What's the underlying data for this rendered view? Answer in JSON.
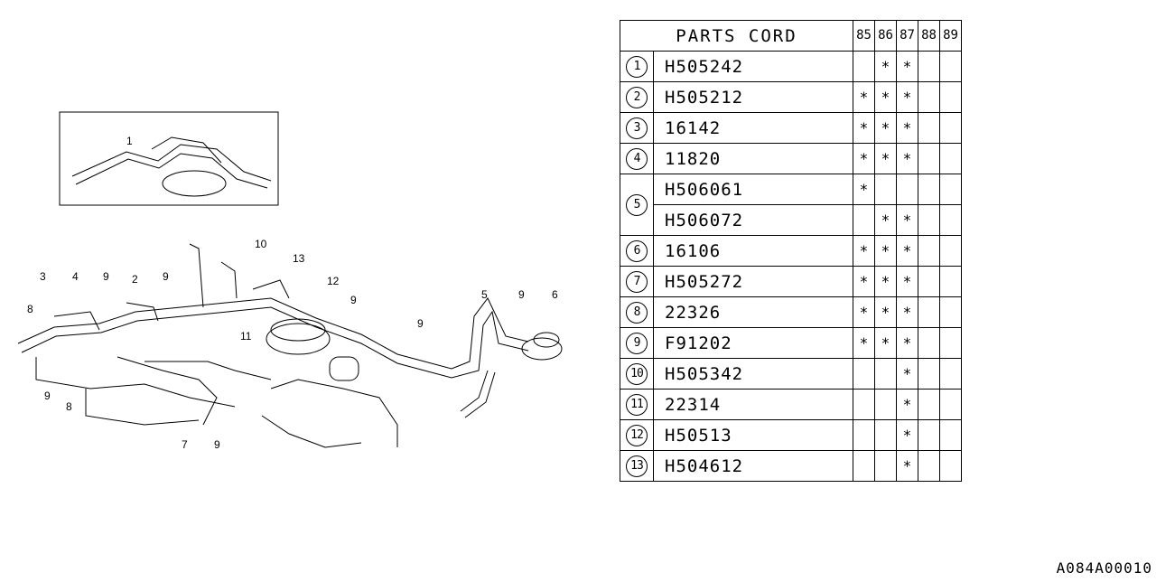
{
  "table": {
    "header": "PARTS CORD",
    "years": [
      "85",
      "86",
      "87",
      "88",
      "89"
    ],
    "rows": [
      {
        "ref": "1",
        "code": "H505242",
        "marks": [
          "",
          "*",
          "*",
          "",
          ""
        ]
      },
      {
        "ref": "2",
        "code": "H505212",
        "marks": [
          "*",
          "*",
          "*",
          "",
          ""
        ]
      },
      {
        "ref": "3",
        "code": "16142",
        "marks": [
          "*",
          "*",
          "*",
          "",
          ""
        ]
      },
      {
        "ref": "4",
        "code": "11820",
        "marks": [
          "*",
          "*",
          "*",
          "",
          ""
        ]
      },
      {
        "ref": "5",
        "code": "H506061",
        "marks": [
          "*",
          "",
          "",
          "",
          ""
        ]
      },
      {
        "ref": "5",
        "code": "H506072",
        "marks": [
          "",
          "*",
          "*",
          "",
          ""
        ]
      },
      {
        "ref": "6",
        "code": "16106",
        "marks": [
          "*",
          "*",
          "*",
          "",
          ""
        ]
      },
      {
        "ref": "7",
        "code": "H505272",
        "marks": [
          "*",
          "*",
          "*",
          "",
          ""
        ]
      },
      {
        "ref": "8",
        "code": "22326",
        "marks": [
          "*",
          "*",
          "*",
          "",
          ""
        ]
      },
      {
        "ref": "9",
        "code": "F91202",
        "marks": [
          "*",
          "*",
          "*",
          "",
          ""
        ]
      },
      {
        "ref": "10",
        "code": "H505342",
        "marks": [
          "",
          "",
          "*",
          "",
          ""
        ]
      },
      {
        "ref": "11",
        "code": "22314",
        "marks": [
          "",
          "",
          "*",
          "",
          ""
        ]
      },
      {
        "ref": "12",
        "code": "H50513",
        "marks": [
          "",
          "",
          "*",
          "",
          ""
        ]
      },
      {
        "ref": "13",
        "code": "H504612",
        "marks": [
          "",
          "",
          "*",
          "",
          ""
        ]
      }
    ]
  },
  "diagram": {
    "inset_callouts": [
      "1"
    ],
    "callouts": [
      "3",
      "4",
      "9",
      "2",
      "9",
      "10",
      "13",
      "12",
      "9",
      "5",
      "9",
      "6",
      "9",
      "8",
      "9",
      "8",
      "7",
      "9",
      "11"
    ]
  },
  "footer": {
    "code": "A084A00010"
  }
}
